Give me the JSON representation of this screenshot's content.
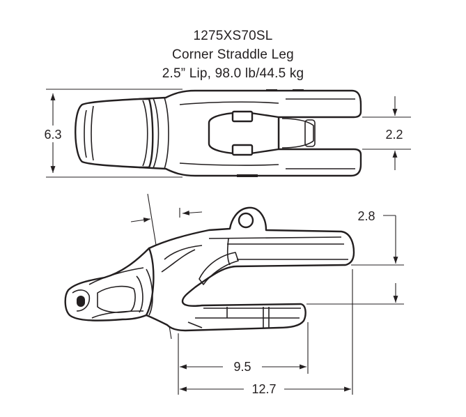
{
  "title": {
    "part_number": "1275XS70SL",
    "name": "Corner Straddle Leg",
    "spec": "2.5” Lip, 98.0 lb/44.5 kg"
  },
  "dimensions": {
    "overall_height": "6.3",
    "leg_gap": "2.2",
    "leg_offset": "2.8",
    "leg_length": "9.5",
    "overall_length": "12.7"
  }
}
